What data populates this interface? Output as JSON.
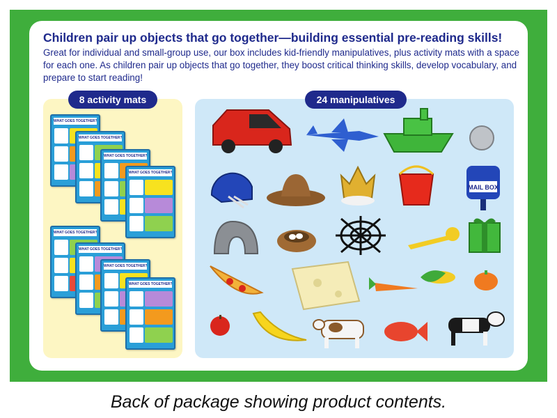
{
  "headline": "Children pair up objects that go together—building essential pre-reading skills!",
  "description": "Great for individual and small-group use, our box includes kid-friendly manipulatives, plus activity mats with a space for each one. As children pair up objects that go together, they boost critical thinking skills, develop vocabulary, and prepare to start reading!",
  "mats_panel": {
    "label": "8 activity mats",
    "mat_header": "WHAT GOES TOGETHER?"
  },
  "manipulatives_panel": {
    "label": "24 manipulatives",
    "mailbox_label": "MAIL BOX"
  },
  "caption": "Back of package showing product contents.",
  "colors": {
    "frame_green": "#3fae3c",
    "navy": "#1f2a8c",
    "mats_bg": "#fdf6c3",
    "manip_bg": "#cfe8f8",
    "mat_blue": "#2a9fd8"
  }
}
